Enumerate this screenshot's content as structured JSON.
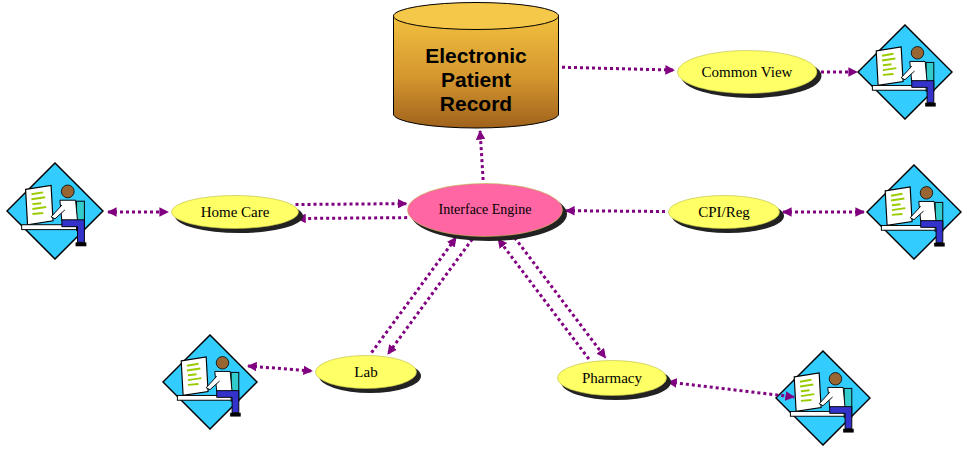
{
  "diagram": {
    "nodes": [
      {
        "text": [
          "Electronic Patient Record"
        ]
      },
      {
        "text": [
          "Common View"
        ]
      },
      {
        "text": [
          "Home Care"
        ]
      },
      {
        "text": [
          "Interface Engine"
        ]
      },
      {
        "text": [
          "CPI/Reg"
        ]
      },
      {
        "text": [
          "Lab"
        ]
      },
      {
        "text": [
          "Pharmacy"
        ]
      }
    ],
    "edges": [
      {
        "from": 0,
        "to": 1,
        "arrow": "to"
      },
      {
        "from": 3,
        "to": 0,
        "arrow": "to"
      },
      {
        "from": 2,
        "to": 3,
        "arrow": "to"
      },
      {
        "from": 3,
        "to": 2,
        "arrow": "to"
      },
      {
        "from": 4,
        "to": 3,
        "arrow": "to"
      },
      {
        "from": 5,
        "to": 3,
        "arrow": "to"
      },
      {
        "from": 3,
        "to": 5,
        "arrow": "to"
      },
      {
        "from": 3,
        "to": 6,
        "arrow": "to"
      },
      {
        "from": 6,
        "to": 3,
        "arrow": "to"
      }
    ]
  }
}
